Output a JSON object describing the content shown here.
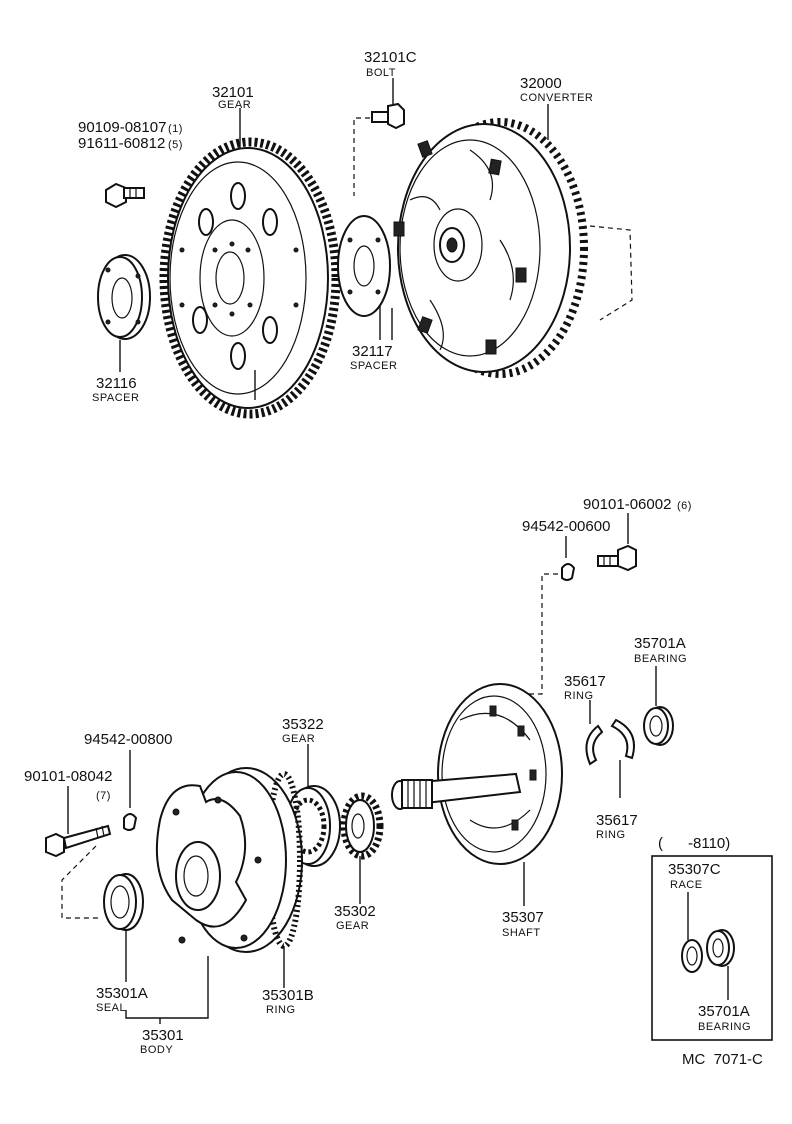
{
  "parts": {
    "p90109": {
      "number": "90109-08107",
      "qty": "(1)"
    },
    "p91611": {
      "number": "91611-60812",
      "qty": "(5)"
    },
    "p32101": {
      "number": "32101",
      "name": "GEAR"
    },
    "p32101C": {
      "number": "32101C",
      "name": "BOLT"
    },
    "p32000": {
      "number": "32000",
      "name": "CONVERTER"
    },
    "p32116": {
      "number": "32116",
      "name": "SPACER"
    },
    "p32117": {
      "number": "32117",
      "name": "SPACER"
    },
    "p90101_06002": {
      "number": "90101-06002",
      "qty": "(6)"
    },
    "p94542_00600": {
      "number": "94542-00600"
    },
    "p35701A_top": {
      "number": "35701A",
      "name": "BEARING"
    },
    "p35617_top": {
      "number": "35617",
      "name": "RING"
    },
    "p35617_bot": {
      "number": "35617",
      "name": "RING"
    },
    "p94542_00800": {
      "number": "94542-00800"
    },
    "p35322": {
      "number": "35322",
      "name": "GEAR"
    },
    "p90101_08042": {
      "number": "90101-08042",
      "qty": "(7)"
    },
    "p35302": {
      "number": "35302",
      "name": "GEAR"
    },
    "p35307": {
      "number": "35307",
      "name": "SHAFT"
    },
    "p35301A": {
      "number": "35301A",
      "name": "SEAL"
    },
    "p35301B": {
      "number": "35301B",
      "name": "RING"
    },
    "p35301": {
      "number": "35301",
      "name": "BODY"
    }
  },
  "inset": {
    "range": "(      -8110)",
    "race": {
      "number": "35307C",
      "name": "RACE"
    },
    "bearing": {
      "number": "35701A",
      "name": "BEARING"
    }
  },
  "code": "MC  7071-C"
}
